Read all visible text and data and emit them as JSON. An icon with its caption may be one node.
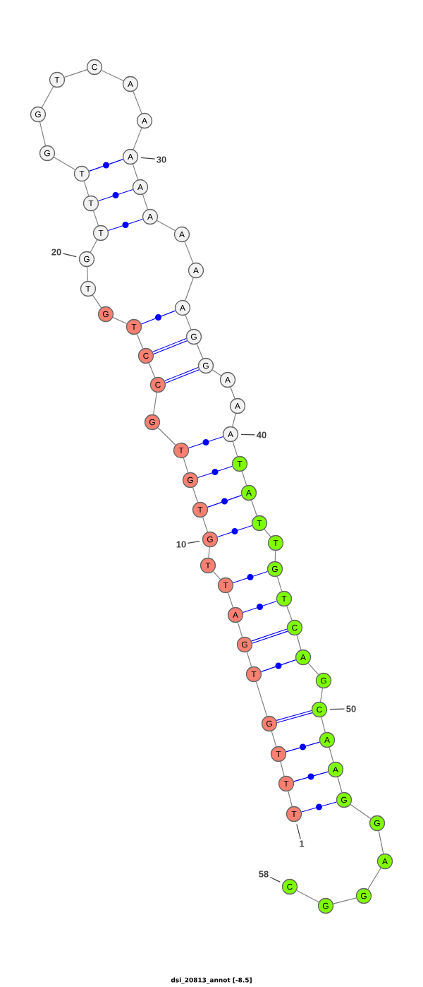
{
  "diagram": {
    "caption": "dsi_20813_annot [-8.5]",
    "nodes": [
      {
        "text": [
          "T"
        ]
      },
      {
        "text": [
          "T"
        ]
      },
      {
        "text": [
          "T"
        ]
      },
      {
        "text": [
          "G"
        ]
      },
      {
        "text": [
          "T"
        ]
      },
      {
        "text": [
          "G"
        ]
      },
      {
        "text": [
          "A"
        ]
      },
      {
        "text": [
          "T"
        ]
      },
      {
        "text": [
          "T"
        ]
      },
      {
        "text": [
          "G"
        ]
      },
      {
        "text": [
          "T"
        ]
      },
      {
        "text": [
          "G"
        ]
      },
      {
        "text": [
          "T"
        ]
      },
      {
        "text": [
          "G"
        ]
      },
      {
        "text": [
          "C"
        ]
      },
      {
        "text": [
          "C"
        ]
      },
      {
        "text": [
          "T"
        ]
      },
      {
        "text": [
          "G"
        ]
      },
      {
        "text": [
          "T"
        ]
      },
      {
        "text": [
          "G"
        ]
      },
      {
        "text": [
          "T"
        ]
      },
      {
        "text": [
          "T"
        ]
      },
      {
        "text": [
          "T"
        ]
      },
      {
        "text": [
          "G"
        ]
      },
      {
        "text": [
          "G"
        ]
      },
      {
        "text": [
          "T"
        ]
      },
      {
        "text": [
          "C"
        ]
      },
      {
        "text": [
          "A"
        ]
      },
      {
        "text": [
          "A"
        ]
      },
      {
        "text": [
          "A"
        ]
      },
      {
        "text": [
          "A"
        ]
      },
      {
        "text": [
          "A"
        ]
      },
      {
        "text": [
          "A"
        ]
      },
      {
        "text": [
          "A"
        ]
      },
      {
        "text": [
          "A"
        ]
      },
      {
        "text": [
          "G"
        ]
      },
      {
        "text": [
          "G"
        ]
      },
      {
        "text": [
          "A"
        ]
      },
      {
        "text": [
          "A"
        ]
      },
      {
        "text": [
          "A"
        ]
      },
      {
        "text": [
          "T"
        ]
      },
      {
        "text": [
          "A"
        ]
      },
      {
        "text": [
          "T"
        ]
      },
      {
        "text": [
          "T"
        ]
      },
      {
        "text": [
          "G"
        ]
      },
      {
        "text": [
          "T"
        ]
      },
      {
        "text": [
          "C"
        ]
      },
      {
        "text": [
          "A"
        ]
      },
      {
        "text": [
          "G"
        ]
      },
      {
        "text": [
          "C"
        ]
      },
      {
        "text": [
          "A"
        ]
      },
      {
        "text": [
          "A"
        ]
      },
      {
        "text": [
          "G"
        ]
      },
      {
        "text": [
          "G"
        ]
      },
      {
        "text": [
          "A"
        ]
      },
      {
        "text": [
          "G"
        ]
      },
      {
        "text": [
          "G"
        ]
      },
      {
        "text": [
          "C"
        ]
      },
      {
        "text": [
          "20"
        ]
      },
      {
        "text": [
          "30"
        ]
      },
      {
        "text": [
          "40"
        ]
      },
      {
        "text": [
          "10"
        ]
      },
      {
        "text": [
          "50"
        ]
      },
      {
        "text": [
          "1"
        ]
      },
      {
        "text": [
          "58"
        ]
      }
    ],
    "edges": [
      {
        "from": 0,
        "to": 1,
        "arrow": "none"
      },
      {
        "from": 1,
        "to": 2,
        "arrow": "none"
      },
      {
        "from": 2,
        "to": 3,
        "arrow": "none"
      },
      {
        "from": 3,
        "to": 4,
        "arrow": "none"
      },
      {
        "from": 4,
        "to": 5,
        "arrow": "none"
      },
      {
        "from": 5,
        "to": 6,
        "arrow": "none"
      },
      {
        "from": 6,
        "to": 7,
        "arrow": "none"
      },
      {
        "from": 7,
        "to": 8,
        "arrow": "none"
      },
      {
        "from": 8,
        "to": 9,
        "arrow": "none"
      },
      {
        "from": 9,
        "to": 10,
        "arrow": "none"
      },
      {
        "from": 10,
        "to": 11,
        "arrow": "none"
      },
      {
        "from": 11,
        "to": 12,
        "arrow": "none"
      },
      {
        "from": 12,
        "to": 13,
        "arrow": "none"
      },
      {
        "from": 13,
        "to": 14,
        "arrow": "none"
      },
      {
        "from": 14,
        "to": 15,
        "arrow": "none"
      },
      {
        "from": 15,
        "to": 16,
        "arrow": "none"
      },
      {
        "from": 16,
        "to": 17,
        "arrow": "none"
      },
      {
        "from": 17,
        "to": 18,
        "arrow": "none"
      },
      {
        "from": 18,
        "to": 19,
        "arrow": "none"
      },
      {
        "from": 19,
        "to": 20,
        "arrow": "none"
      },
      {
        "from": 20,
        "to": 21,
        "arrow": "none"
      },
      {
        "from": 21,
        "to": 22,
        "arrow": "none"
      },
      {
        "from": 22,
        "to": 23,
        "arrow": "none"
      },
      {
        "from": 23,
        "to": 24,
        "arrow": "none"
      },
      {
        "from": 24,
        "to": 25,
        "arrow": "none"
      },
      {
        "from": 25,
        "to": 26,
        "arrow": "none"
      },
      {
        "from": 26,
        "to": 27,
        "arrow": "none"
      },
      {
        "from": 27,
        "to": 28,
        "arrow": "none"
      },
      {
        "from": 28,
        "to": 29,
        "arrow": "none"
      },
      {
        "from": 29,
        "to": 30,
        "arrow": "none"
      },
      {
        "from": 30,
        "to": 31,
        "arrow": "none"
      },
      {
        "from": 31,
        "to": 32,
        "arrow": "none"
      },
      {
        "from": 32,
        "to": 33,
        "arrow": "none"
      },
      {
        "from": 33,
        "to": 34,
        "arrow": "none"
      },
      {
        "from": 34,
        "to": 35,
        "arrow": "none"
      },
      {
        "from": 35,
        "to": 36,
        "arrow": "none"
      },
      {
        "from": 36,
        "to": 37,
        "arrow": "none"
      },
      {
        "from": 37,
        "to": 38,
        "arrow": "none"
      },
      {
        "from": 38,
        "to": 39,
        "arrow": "none"
      },
      {
        "from": 39,
        "to": 40,
        "arrow": "none"
      },
      {
        "from": 40,
        "to": 41,
        "arrow": "none"
      },
      {
        "from": 41,
        "to": 42,
        "arrow": "none"
      },
      {
        "from": 42,
        "to": 43,
        "arrow": "none"
      },
      {
        "from": 43,
        "to": 44,
        "arrow": "none"
      },
      {
        "from": 44,
        "to": 45,
        "arrow": "none"
      },
      {
        "from": 45,
        "to": 46,
        "arrow": "none"
      },
      {
        "from": 46,
        "to": 47,
        "arrow": "none"
      },
      {
        "from": 47,
        "to": 48,
        "arrow": "none"
      },
      {
        "from": 48,
        "to": 49,
        "arrow": "none"
      },
      {
        "from": 49,
        "to": 50,
        "arrow": "none"
      },
      {
        "from": 50,
        "to": 51,
        "arrow": "none"
      },
      {
        "from": 51,
        "to": 52,
        "arrow": "none"
      },
      {
        "from": 52,
        "to": 53,
        "arrow": "none"
      },
      {
        "from": 53,
        "to": 54,
        "arrow": "none"
      },
      {
        "from": 54,
        "to": 55,
        "arrow": "none"
      },
      {
        "from": 55,
        "to": 56,
        "arrow": "none"
      },
      {
        "from": 56,
        "to": 57,
        "arrow": "none"
      },
      {
        "from": 22,
        "to": 29,
        "arrow": "none",
        "color": "#0000ff"
      },
      {
        "from": 21,
        "to": 30,
        "arrow": "none",
        "color": "#0000ff"
      },
      {
        "from": 20,
        "to": 31,
        "arrow": "none",
        "color": "#0000ff"
      },
      {
        "from": 16,
        "to": 34,
        "arrow": "none",
        "color": "#0000ff"
      },
      {
        "from": 15,
        "to": 35,
        "arrow": "none",
        "color": "#0000ff",
        "style": "thick"
      },
      {
        "from": 14,
        "to": 36,
        "arrow": "none",
        "color": "#0000ff",
        "style": "thick"
      },
      {
        "from": 12,
        "to": 39,
        "arrow": "none",
        "color": "#0000ff"
      },
      {
        "from": 11,
        "to": 40,
        "arrow": "none",
        "color": "#0000ff"
      },
      {
        "from": 10,
        "to": 41,
        "arrow": "none",
        "color": "#0000ff"
      },
      {
        "from": 9,
        "to": 42,
        "arrow": "none",
        "color": "#0000ff"
      },
      {
        "from": 7,
        "to": 44,
        "arrow": "none",
        "color": "#0000ff"
      },
      {
        "from": 6,
        "to": 45,
        "arrow": "none",
        "color": "#0000ff"
      },
      {
        "from": 5,
        "to": 46,
        "arrow": "none",
        "color": "#0000ff",
        "style": "thick"
      },
      {
        "from": 4,
        "to": 47,
        "arrow": "none",
        "color": "#0000ff"
      },
      {
        "from": 3,
        "to": 49,
        "arrow": "none",
        "color": "#0000ff",
        "style": "thick"
      },
      {
        "from": 2,
        "to": 50,
        "arrow": "none",
        "color": "#0000ff"
      },
      {
        "from": 1,
        "to": 51,
        "arrow": "none",
        "color": "#0000ff"
      },
      {
        "from": 0,
        "to": 52,
        "arrow": "none",
        "color": "#0000ff"
      },
      {
        "from": 58,
        "to": 19,
        "arrow": "none"
      },
      {
        "from": 59,
        "to": 29,
        "arrow": "none"
      },
      {
        "from": 60,
        "to": 39,
        "arrow": "none"
      },
      {
        "from": 61,
        "to": 9,
        "arrow": "none"
      },
      {
        "from": 62,
        "to": 49,
        "arrow": "none"
      },
      {
        "from": 63,
        "to": 0,
        "arrow": "none"
      },
      {
        "from": 64,
        "to": 57,
        "arrow": "none"
      }
    ]
  }
}
